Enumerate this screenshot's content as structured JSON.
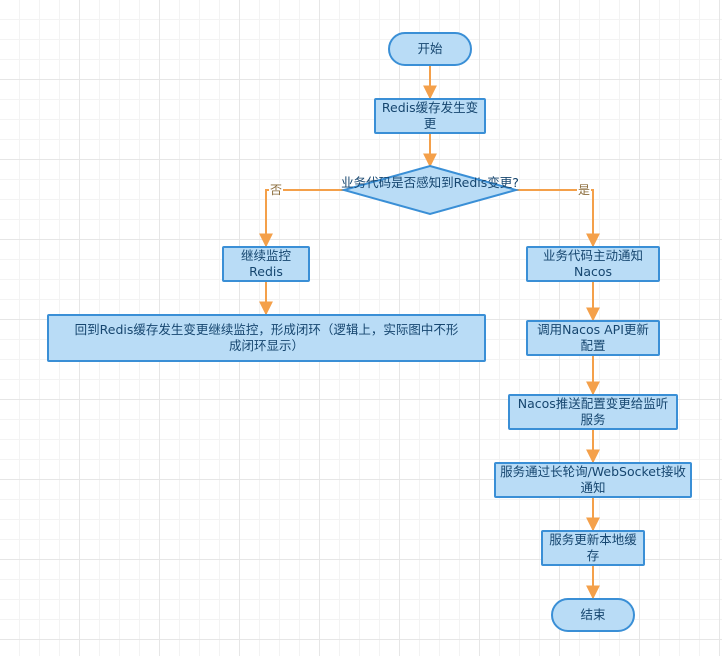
{
  "nodes": {
    "start": "开始",
    "redis_change": "Redis缓存发生变更",
    "decision": "业务代码是否感知到Redis变更?",
    "keep_monitor": "继续监控Redis",
    "loop_back": "回到Redis缓存发生变更继续监控，形成闭环（逻辑上，实际图中不形成闭环显示）",
    "notify_nacos": "业务代码主动通知Nacos",
    "call_api": "调用Nacos API更新配置",
    "nacos_push": "Nacos推送配置变更给监听服务",
    "receive": "服务通过长轮询/WebSocket接收通知",
    "update_cache": "服务更新本地缓存",
    "end": "结束"
  },
  "edges": {
    "no_label": "否",
    "yes_label": "是"
  },
  "colors": {
    "node_fill": "#b9dcf6",
    "node_border": "#3a8fd6",
    "edge": "#f4a04a"
  }
}
